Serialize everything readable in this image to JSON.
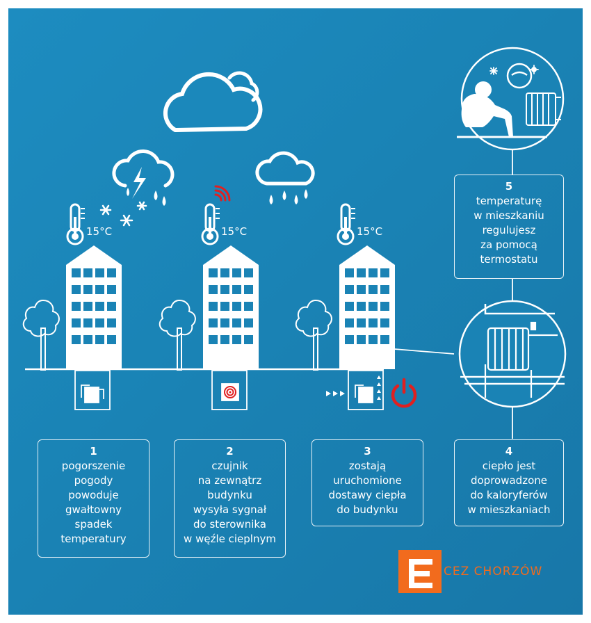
{
  "steps": [
    {
      "number": "1",
      "text": "pogorszenie\npogody\npowoduje\ngwałtowny\nspadek\ntemperatury"
    },
    {
      "number": "2",
      "text": "czujnik\nna zewnątrz\nbudynku\nwysyła sygnał\ndo sterownika\nw węźle cieplnym"
    },
    {
      "number": "3",
      "text": "zostają\nuruchomione\ndostawy ciepła\ndo budynku"
    },
    {
      "number": "4",
      "text": "ciepło jest\ndoprowadzone\ndo kaloryferów\nw mieszkaniach"
    },
    {
      "number": "5",
      "text": "temperaturę\nw mieszkaniu\nregulujesz\nza pomocą\ntermostatu"
    }
  ],
  "thermometers": [
    {
      "reading": "15°C"
    },
    {
      "reading": "15°C"
    },
    {
      "reading": "15°C"
    }
  ],
  "brand": {
    "name": "CEZ CHORZÓW"
  },
  "colors": {
    "background": "#1a83b5",
    "line": "#ffffff",
    "signal": "#e02020",
    "brand": "#f26b1d"
  },
  "icons": [
    "cloud-icon",
    "storm-cloud-icon",
    "snowflake-icon",
    "rain-cloud-icon",
    "thermometer-icon",
    "signal-icon",
    "power-icon",
    "radiator-icon",
    "person-icon",
    "tree-icon",
    "building-icon"
  ]
}
